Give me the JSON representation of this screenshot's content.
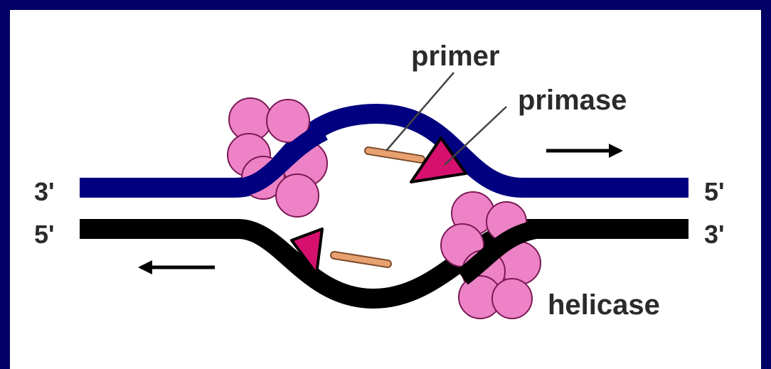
{
  "diagram": {
    "labels": {
      "top_left_end": "3'",
      "top_right_end": "5'",
      "bottom_left_end": "5'",
      "bottom_right_end": "3'",
      "primer": "primer",
      "primase": "primase",
      "helicase": "helicase"
    },
    "colors": {
      "background": "#000066",
      "top_strand": "#000080",
      "bottom_strand": "#000000",
      "protein_fill": "#ee82c6",
      "protein_stroke": "#7a1a55",
      "primase_fill": "#d6106e",
      "primer_fill": "#e8a070"
    },
    "icons": [
      "helicase-complex",
      "primase-triangle",
      "primer-segment",
      "direction-arrow"
    ]
  }
}
